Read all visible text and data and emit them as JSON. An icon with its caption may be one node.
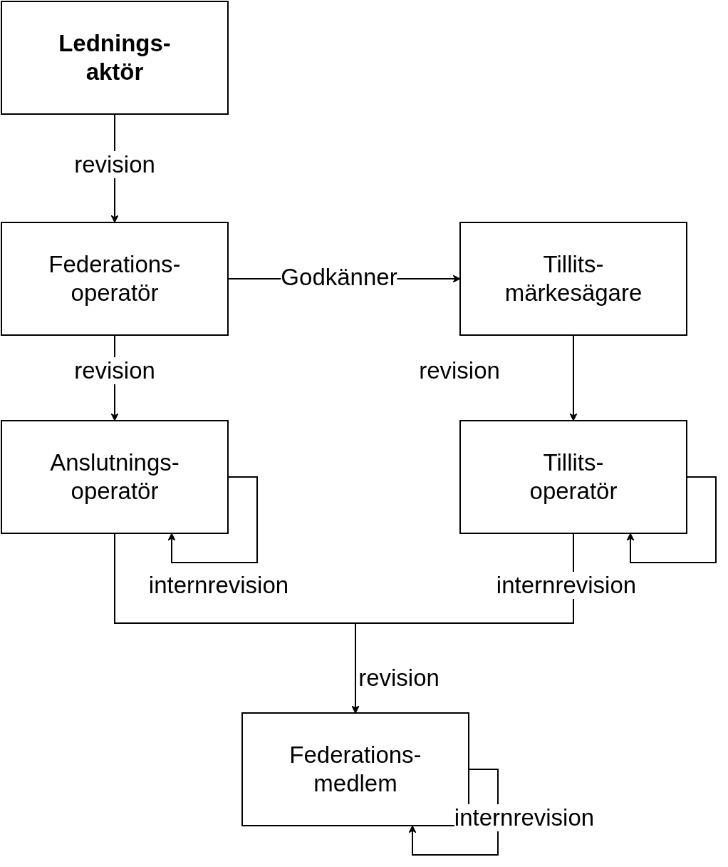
{
  "diagram": {
    "nodes": [
      {
        "text": [
          "Lednings- aktör"
        ]
      },
      {
        "text": [
          "Federations- operatör"
        ]
      },
      {
        "text": [
          "Tillits- märkesägare"
        ]
      },
      {
        "text": [
          "Anslutnings- operatör"
        ]
      },
      {
        "text": [
          "Tillits- operatör"
        ]
      },
      {
        "text": [
          "Federations- medlem"
        ]
      }
    ],
    "edges": [
      {
        "from": 0,
        "to": 1,
        "arrow": "to",
        "label": "revision"
      },
      {
        "from": 1,
        "to": 2,
        "arrow": "to",
        "label": "Godkänner"
      },
      {
        "from": 1,
        "to": 3,
        "arrow": "to",
        "label": "revision"
      },
      {
        "from": 2,
        "to": 4,
        "arrow": "to",
        "label": "revision"
      },
      {
        "from": 3,
        "to": 3,
        "arrow": "to",
        "label": "internrevision"
      },
      {
        "from": 4,
        "to": 4,
        "arrow": "to",
        "label": "internrevision"
      },
      {
        "from": 3,
        "to": 5,
        "arrow": "to",
        "label": "revision"
      },
      {
        "from": 4,
        "to": 5,
        "arrow": "to"
      },
      {
        "from": 5,
        "to": 5,
        "arrow": "to",
        "label": "internrevision"
      }
    ]
  }
}
